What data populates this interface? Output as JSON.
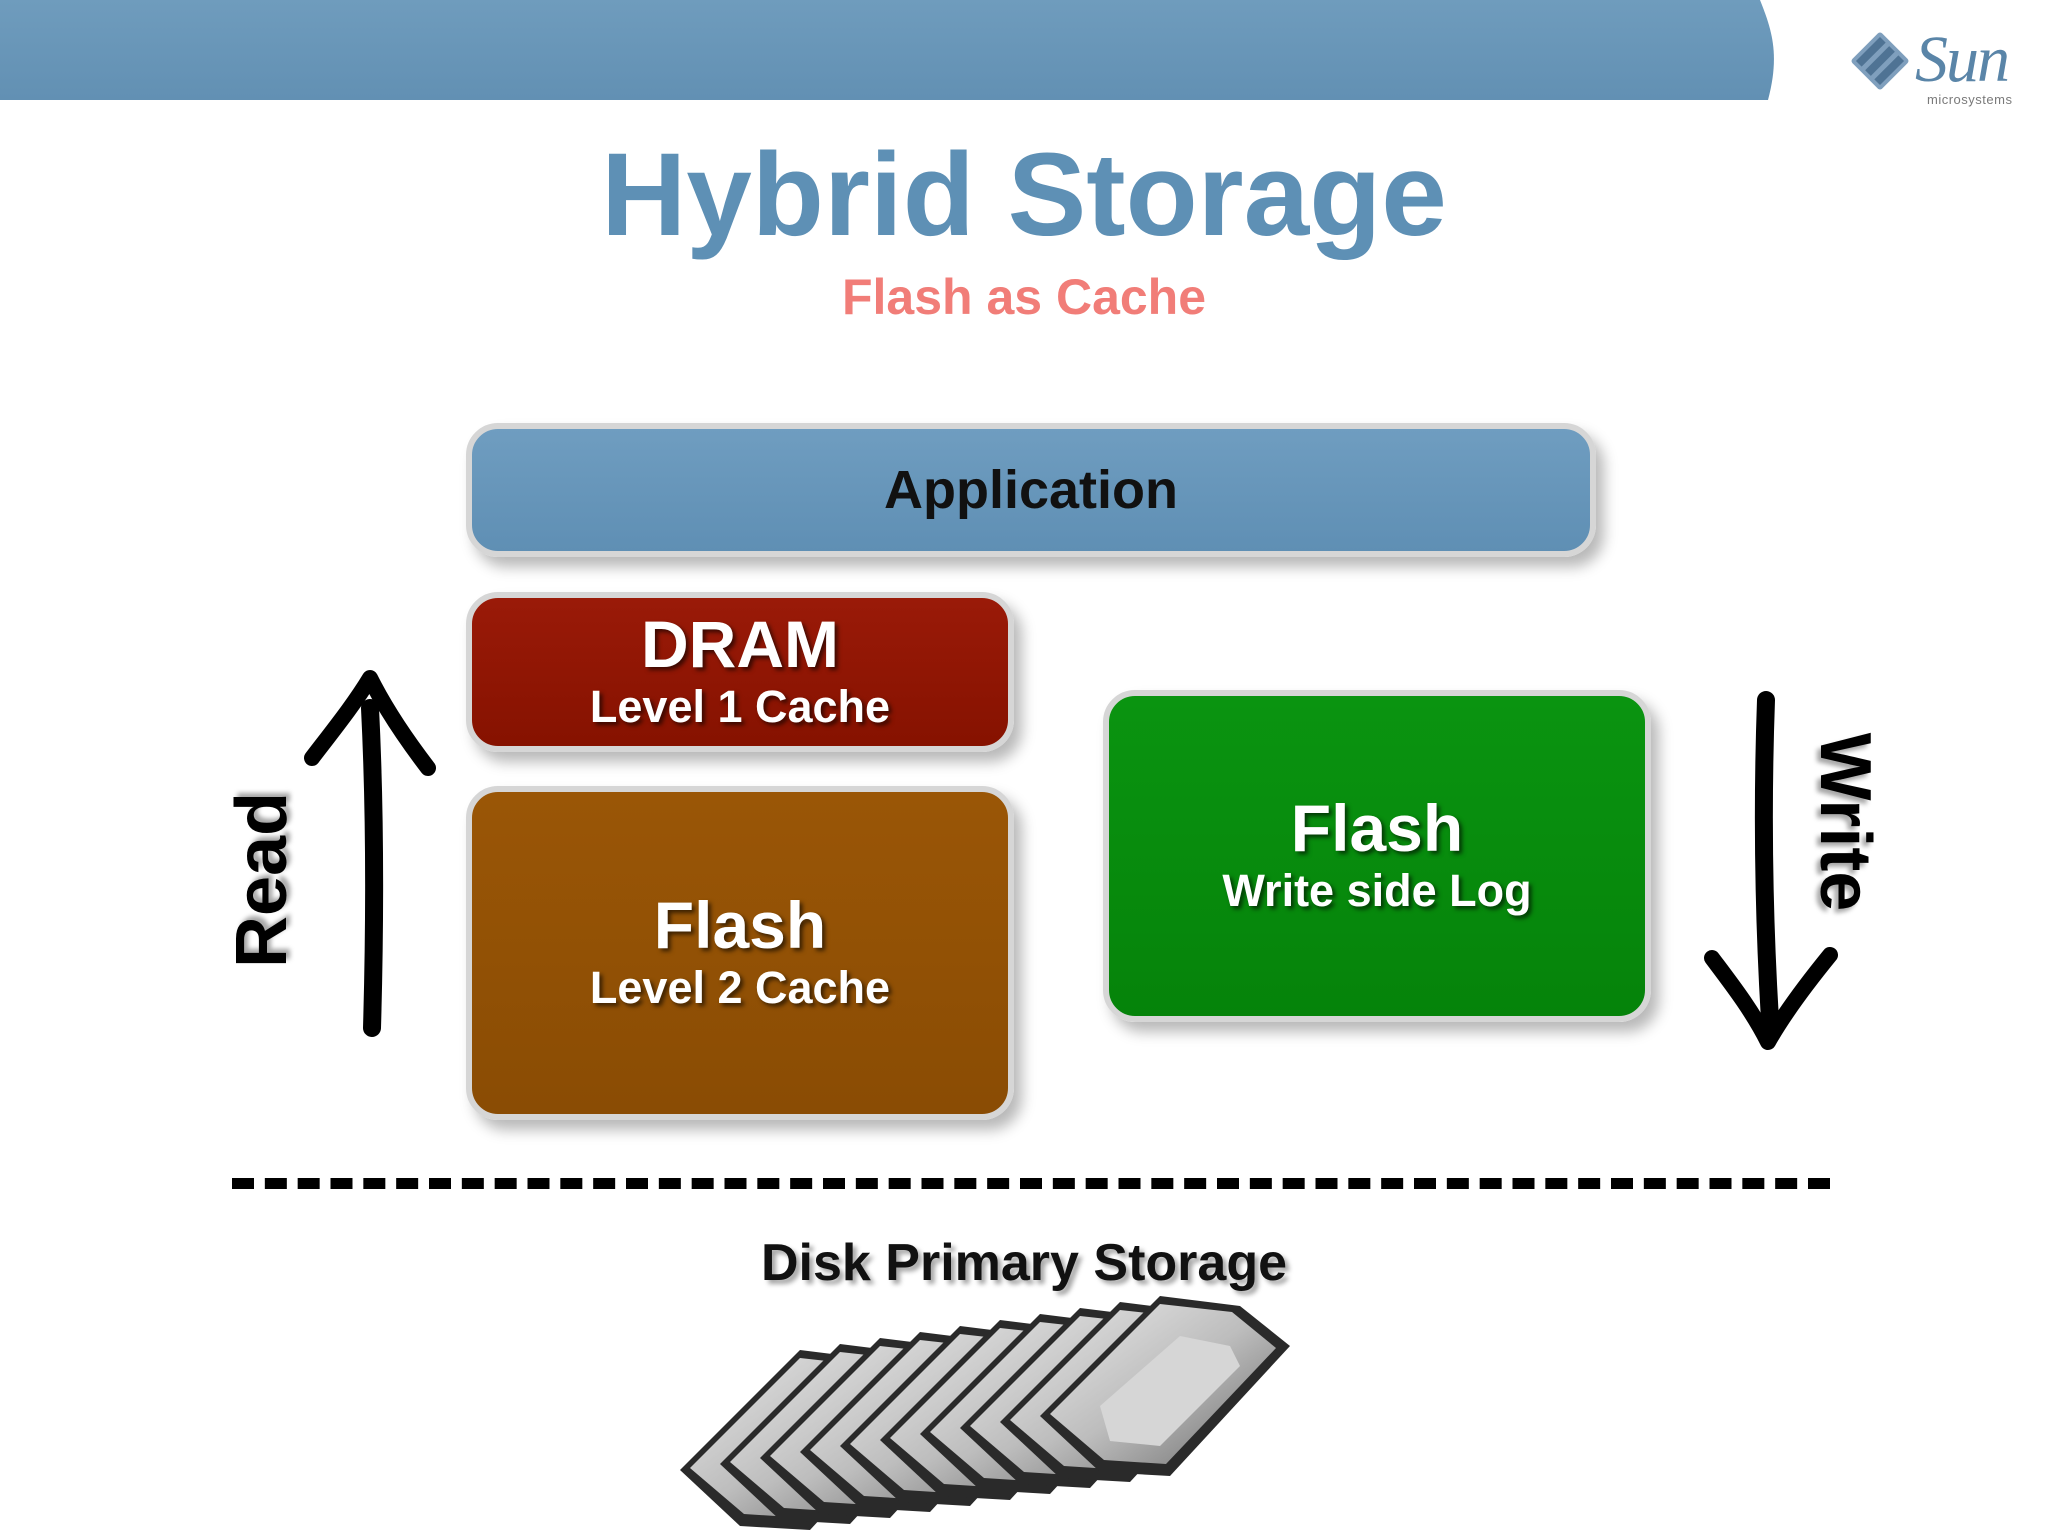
{
  "header": {
    "logo_text": "Sun",
    "logo_subtext": "microsystems"
  },
  "title": "Hybrid Storage",
  "subtitle": "Flash as Cache",
  "boxes": {
    "application": {
      "label": "Application"
    },
    "dram": {
      "title": "DRAM",
      "subtitle": "Level 1 Cache"
    },
    "flash_l2": {
      "title": "Flash",
      "subtitle": "Level 2 Cache"
    },
    "flash_write": {
      "title": "Flash",
      "subtitle": "Write side Log"
    }
  },
  "arrows": {
    "read": "Read",
    "write": "Write"
  },
  "storage": {
    "label": "Disk Primary Storage"
  },
  "colors": {
    "header_bar": "#6896b8",
    "title": "#5e90b5",
    "subtitle": "#f17d78",
    "application": "#6693b8",
    "dram": "#8e1400",
    "flash_l2": "#935005",
    "flash_write": "#078a0c"
  },
  "icons": {
    "logo": "sun-microsystems-logo",
    "read_arrow": "up-arrow-icon",
    "write_arrow": "down-arrow-icon",
    "disks": "hard-disk-drive-icon"
  }
}
